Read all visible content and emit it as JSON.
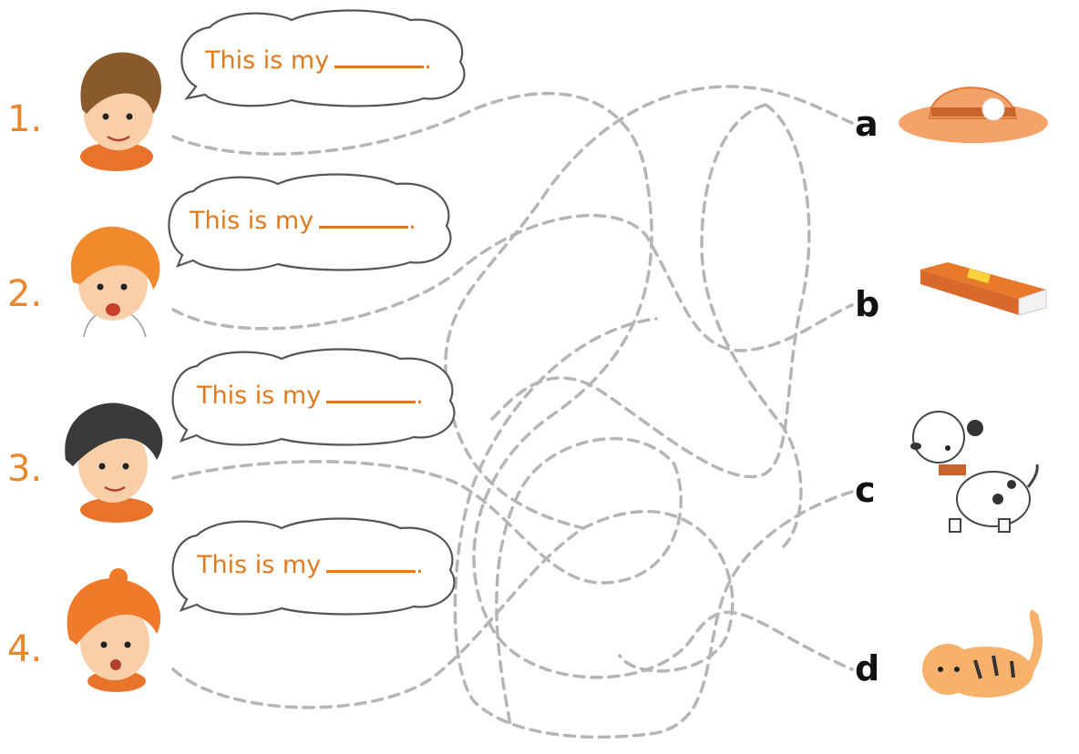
{
  "sentence": "This is my",
  "kids": [
    {
      "number": "1.",
      "hair": "#8a5a2b"
    },
    {
      "number": "2.",
      "hair": "#f08a2c"
    },
    {
      "number": "3.",
      "hair": "#3a3a3a"
    },
    {
      "number": "4.",
      "hair": "#f07a2a"
    }
  ],
  "options": [
    {
      "letter": "a",
      "item": "hat-icon"
    },
    {
      "letter": "b",
      "item": "book-icon"
    },
    {
      "letter": "c",
      "item": "dog-icon"
    },
    {
      "letter": "d",
      "item": "cat-icon"
    }
  ],
  "colors": {
    "accent": "#e8872c",
    "line": "#b5b5b5"
  }
}
